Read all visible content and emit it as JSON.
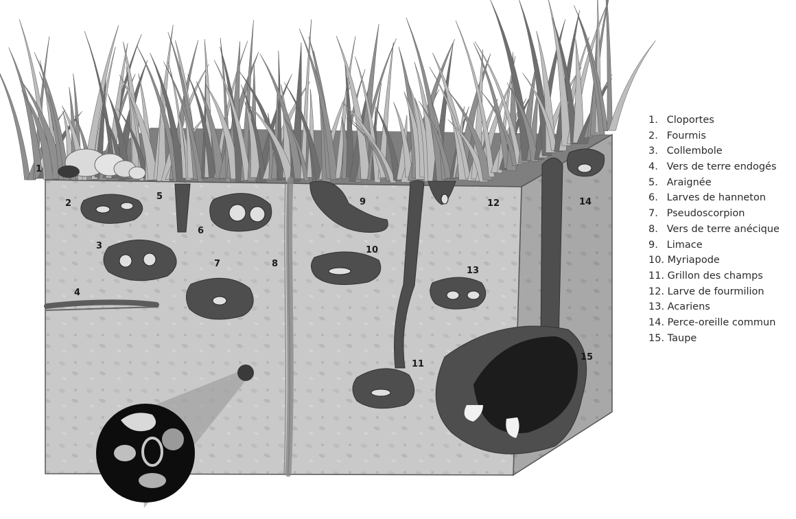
{
  "legend": [
    {
      "num": "1.",
      "label": "Cloportes"
    },
    {
      "num": "2.",
      "label": "Fourmis"
    },
    {
      "num": "3.",
      "label": "Collembole"
    },
    {
      "num": "4.",
      "label": "Vers de terre endogés"
    },
    {
      "num": "5.",
      "label": "Araignée"
    },
    {
      "num": "6.",
      "label": "Larves de hanneton"
    },
    {
      "num": "7.",
      "label": "Pseudoscorpion"
    },
    {
      "num": "8.",
      "label": "Vers de terre anécique"
    },
    {
      "num": "9.",
      "label": "Limace"
    },
    {
      "num": "10.",
      "label": "Myriapode"
    },
    {
      "num": "11.",
      "label": "Grillon des champs"
    },
    {
      "num": "12.",
      "label": "Larve de fourmilion"
    },
    {
      "num": "13.",
      "label": "Acariens"
    },
    {
      "num": "14.",
      "label": "Perce-oreille commun"
    },
    {
      "num": "15.",
      "label": "Taupe"
    }
  ],
  "markers": [
    "1",
    "2",
    "3",
    "4",
    "5",
    "6",
    "7",
    "8",
    "9",
    "10",
    "11",
    "12",
    "13",
    "14",
    "15"
  ],
  "colors": {
    "soil_front": "#c9c9c9",
    "soil_side": "#a3a3a3",
    "soil_top": "#8e8e8e",
    "burrow": "#5a5a5a",
    "grass_light": "#bdbdbd",
    "grass_dark": "#6f6f6f",
    "microscope": "#0d0d0d"
  }
}
